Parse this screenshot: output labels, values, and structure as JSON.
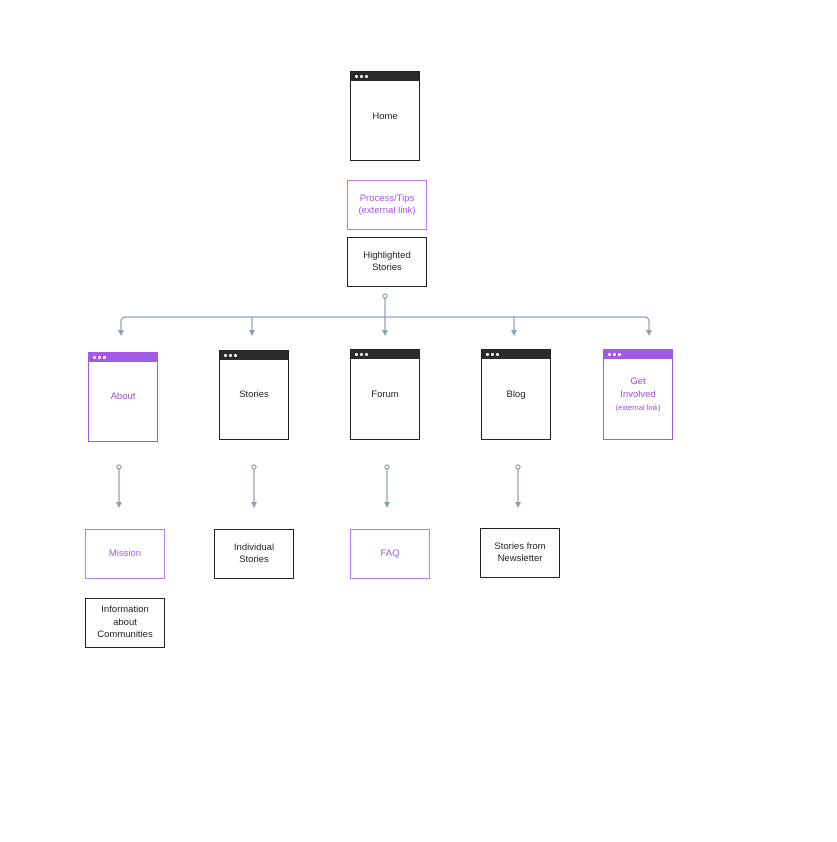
{
  "nodes": {
    "home": "Home",
    "process_tips": [
      "Process/Tips",
      "(external link)"
    ],
    "highlighted_stories": [
      "Highlighted",
      "Stories"
    ],
    "about": "About",
    "stories": "Stories",
    "forum": "Forum",
    "blog": "Blog",
    "get_involved": [
      "Get",
      "Involved",
      "(external link)"
    ],
    "mission": "Mission",
    "info_communities": [
      "Information",
      "about",
      "Communities"
    ],
    "individual_stories": [
      "Individual",
      "Stories"
    ],
    "faq": "FAQ",
    "stories_newsletter": [
      "Stories from",
      "Newsletter"
    ]
  },
  "colors": {
    "external_accent": "#a259e6",
    "page_header": "#2b2b2b",
    "connector": "#8aa0b3"
  }
}
